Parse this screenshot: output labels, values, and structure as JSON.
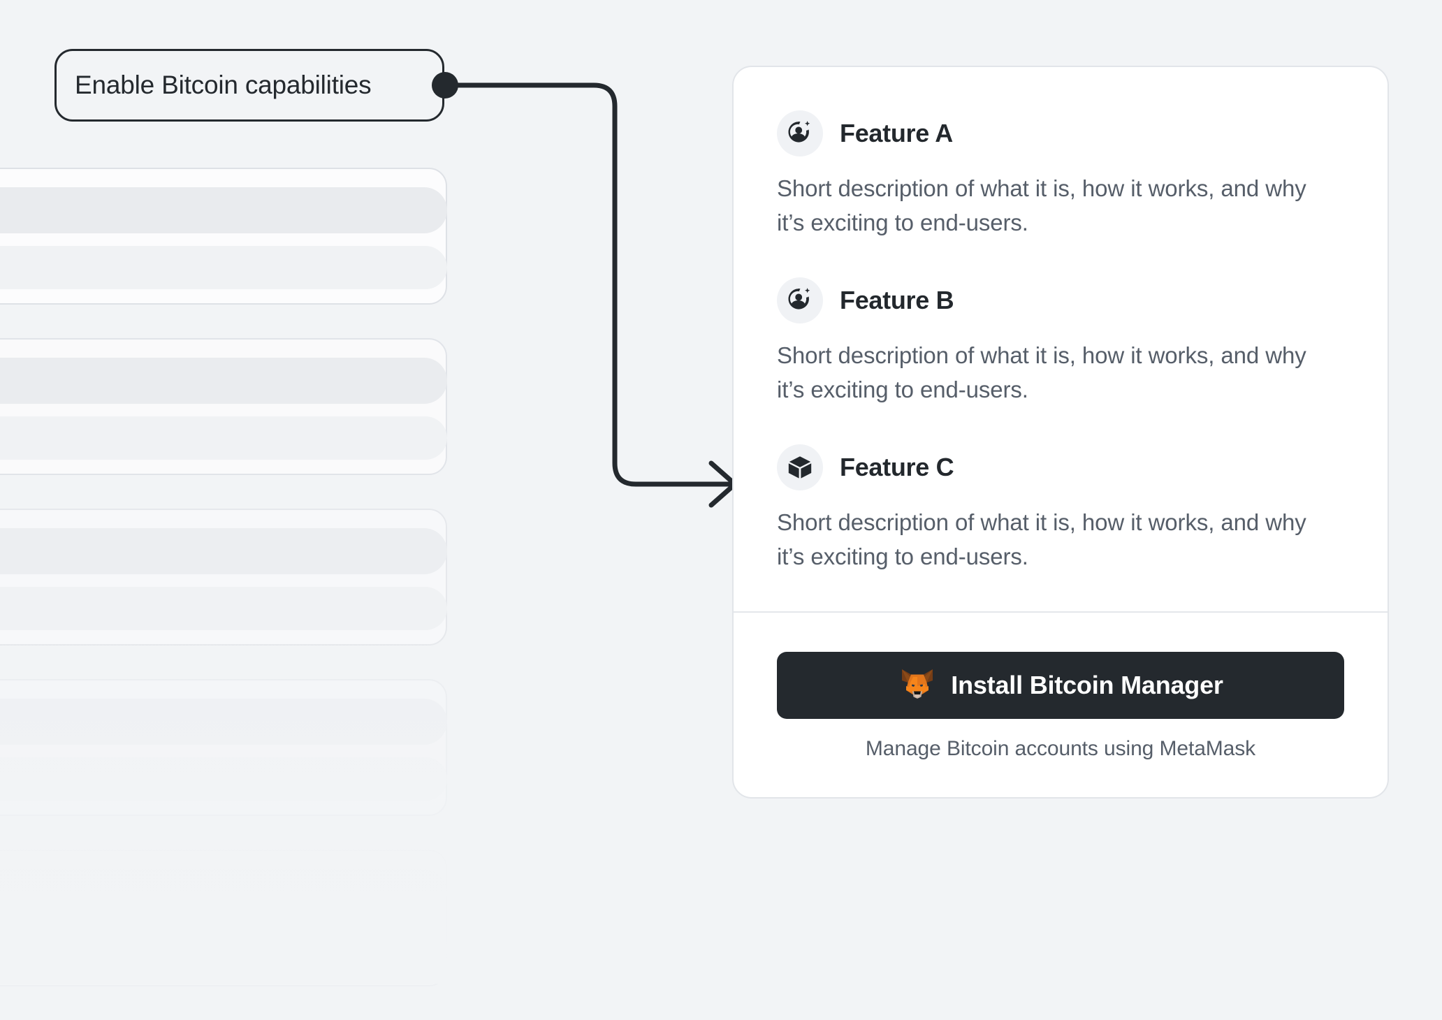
{
  "theme": {
    "background": "#F2F4F6",
    "card_background": "#FFFFFF",
    "card_border": "#E2E5E9",
    "text_primary": "#23282D",
    "text_secondary": "#565E69",
    "accent_dark": "#24292E",
    "icon_badge_background": "#F0F2F5",
    "skeleton_bar_primary": "#E9EBEE",
    "skeleton_bar_secondary": "#F0F2F4",
    "metamask_orange": "#E2761B",
    "metamask_orange_light": "#F6851B",
    "metamask_brown": "#763D16",
    "metamask_cream": "#C0AD9E"
  },
  "callout": {
    "label": "Enable Bitcoin capabilities",
    "connector_icon": "connector-dot-icon",
    "arrow_icon": "arrow-right-icon"
  },
  "skeleton": {
    "cards": [
      {
        "id": "skeleton-card-1"
      },
      {
        "id": "skeleton-card-2"
      },
      {
        "id": "skeleton-card-3"
      },
      {
        "id": "skeleton-card-4"
      },
      {
        "id": "skeleton-card-5"
      }
    ]
  },
  "card": {
    "features": [
      {
        "title": "Feature A",
        "icon": "account-add-icon",
        "description": "Short description of what it is, how it works, and why it’s exciting to end-users."
      },
      {
        "title": "Feature B",
        "icon": "account-add-icon",
        "description": "Short description of what it is, how it works, and why it’s exciting to end-users."
      },
      {
        "title": "Feature C",
        "icon": "cube-icon",
        "description": "Short description of what it is, how it works, and why it’s exciting to end-users."
      }
    ],
    "install": {
      "button_label": "Install Bitcoin Manager",
      "button_icon": "metamask-fox-icon",
      "caption": "Manage Bitcoin accounts using MetaMask"
    }
  }
}
